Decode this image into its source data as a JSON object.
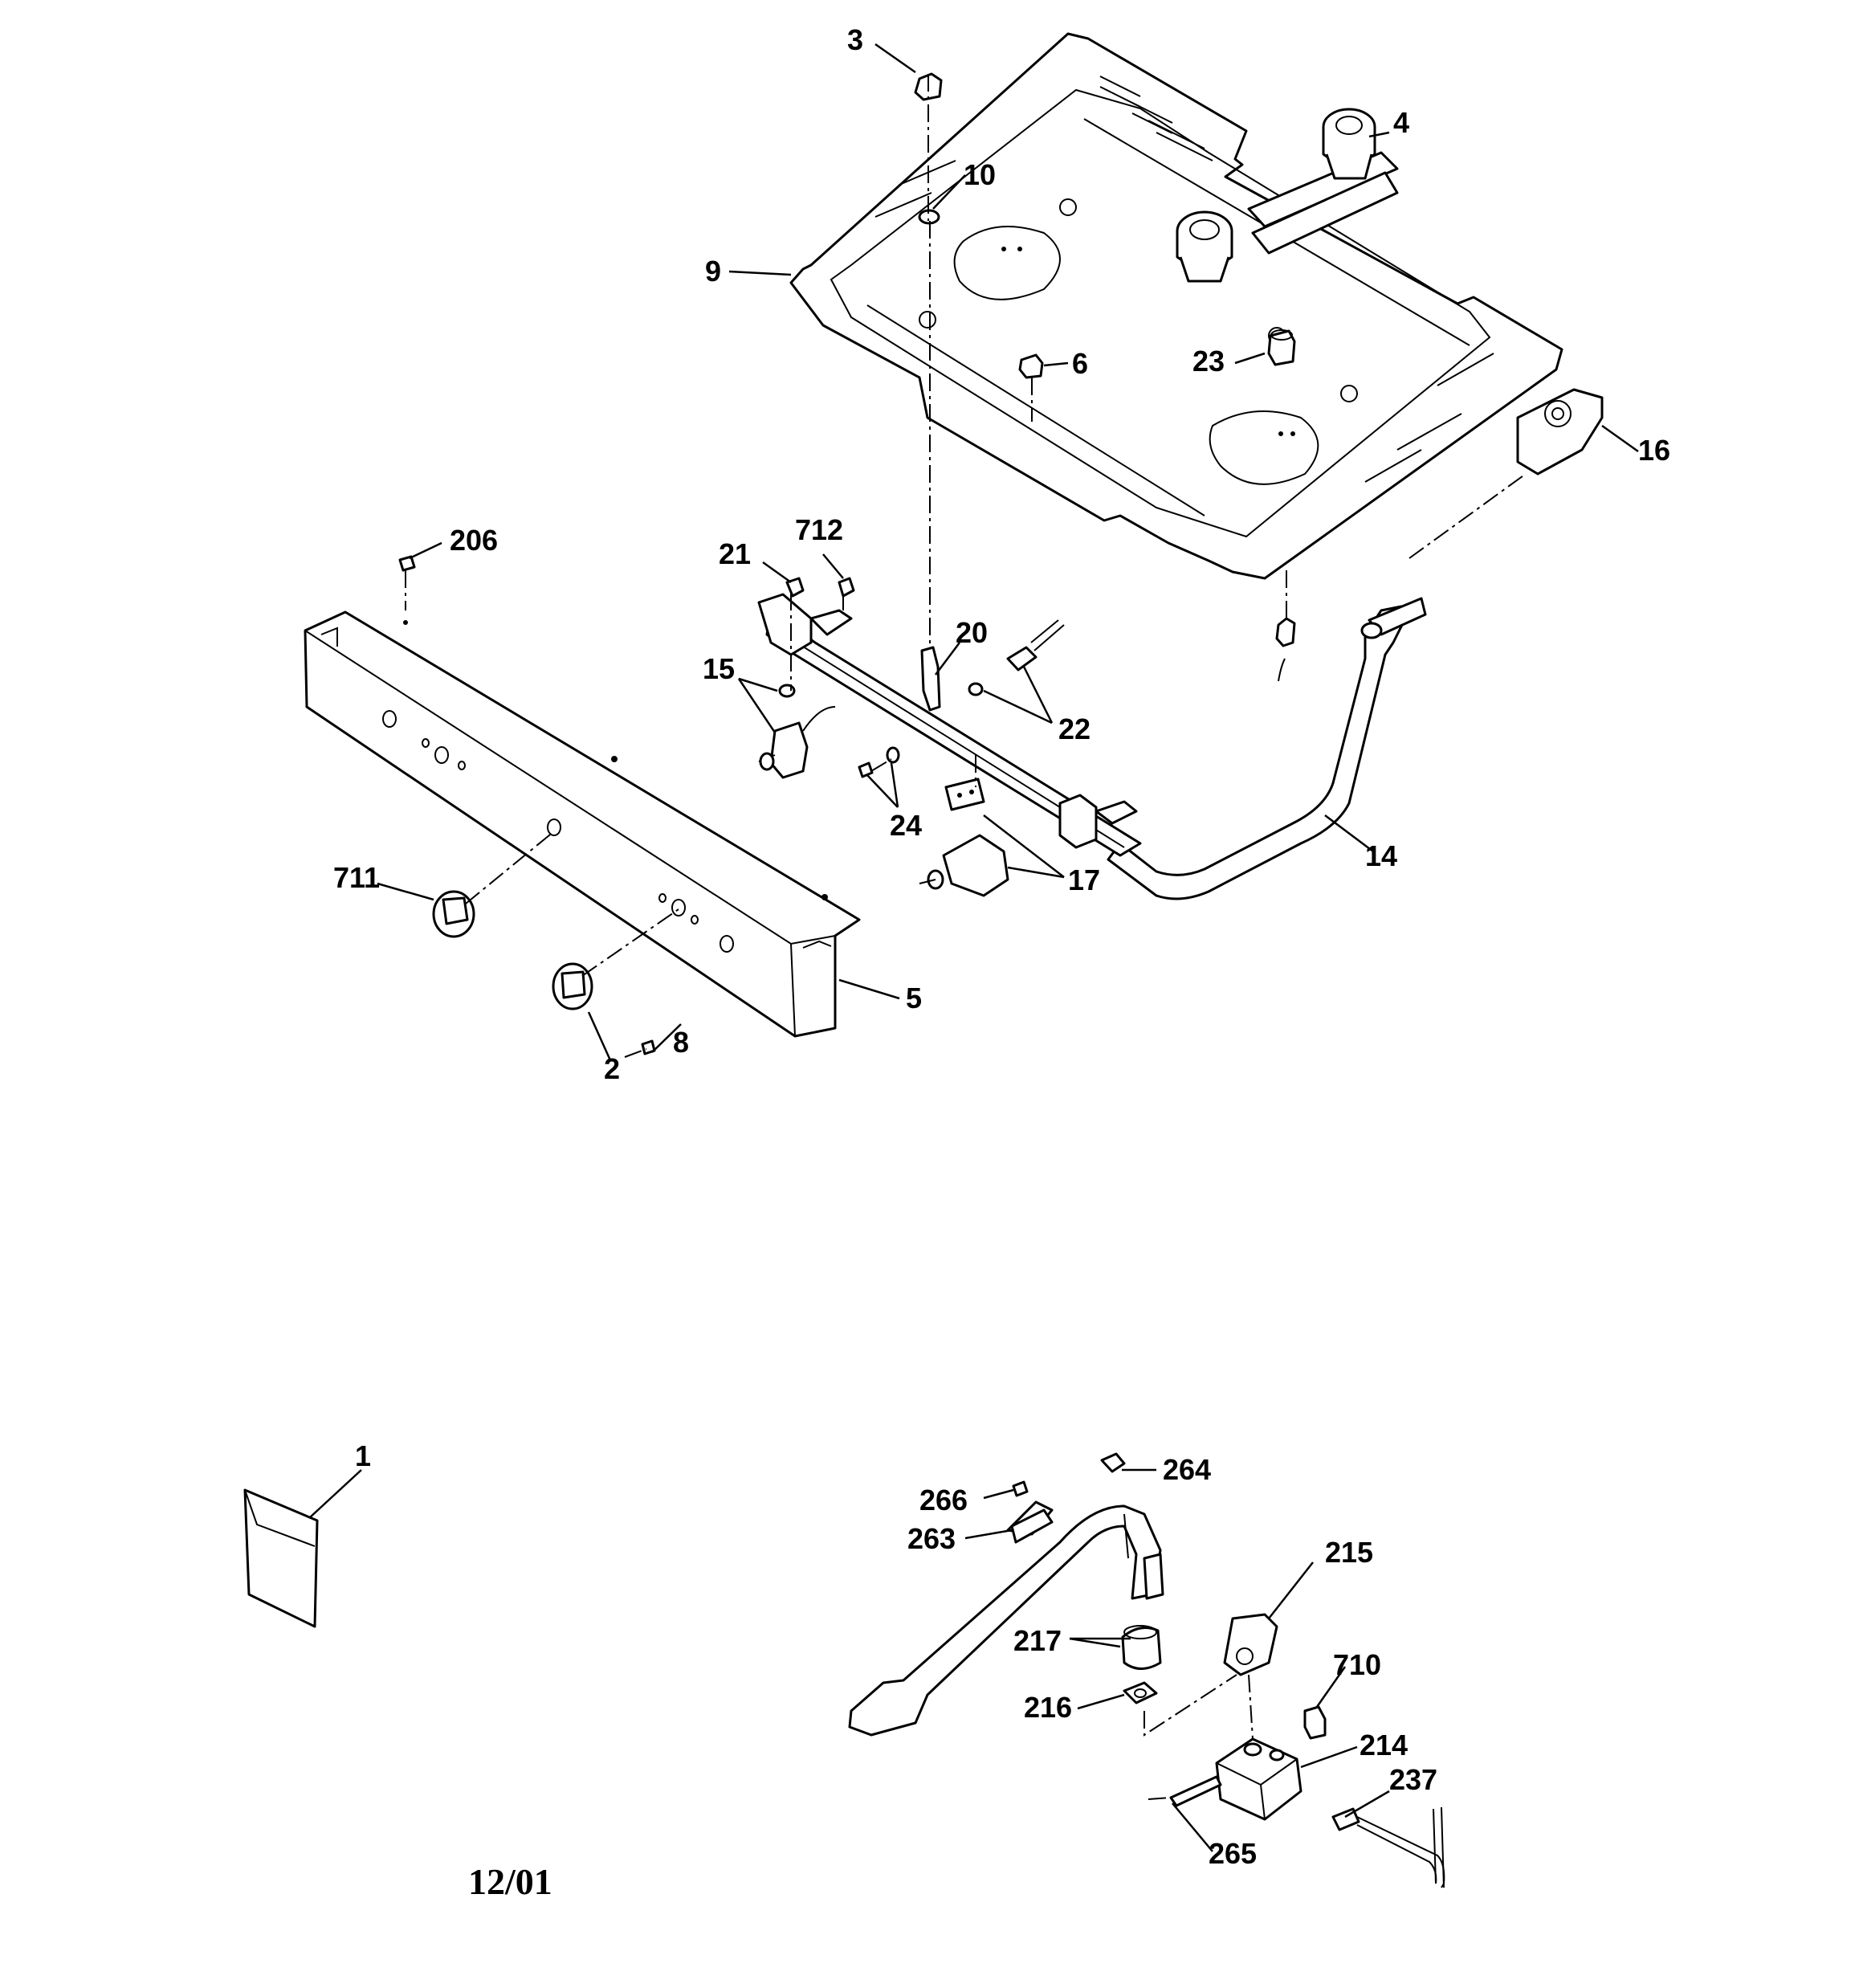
{
  "diagram": {
    "date_code": "12/01",
    "callouts": {
      "c1": "1",
      "c2": "2",
      "c3": "3",
      "c4": "4",
      "c5": "5",
      "c6": "6",
      "c8": "8",
      "c9": "9",
      "c10": "10",
      "c14": "14",
      "c15": "15",
      "c16": "16",
      "c17": "17",
      "c20": "20",
      "c21": "21",
      "c22": "22",
      "c23": "23",
      "c24": "24",
      "c206": "206",
      "c214": "214",
      "c215": "215",
      "c216": "216",
      "c217": "217",
      "c237": "237",
      "c263": "263",
      "c264": "264",
      "c265": "265",
      "c266": "266",
      "c710": "710",
      "c711": "711",
      "c712": "712"
    }
  }
}
